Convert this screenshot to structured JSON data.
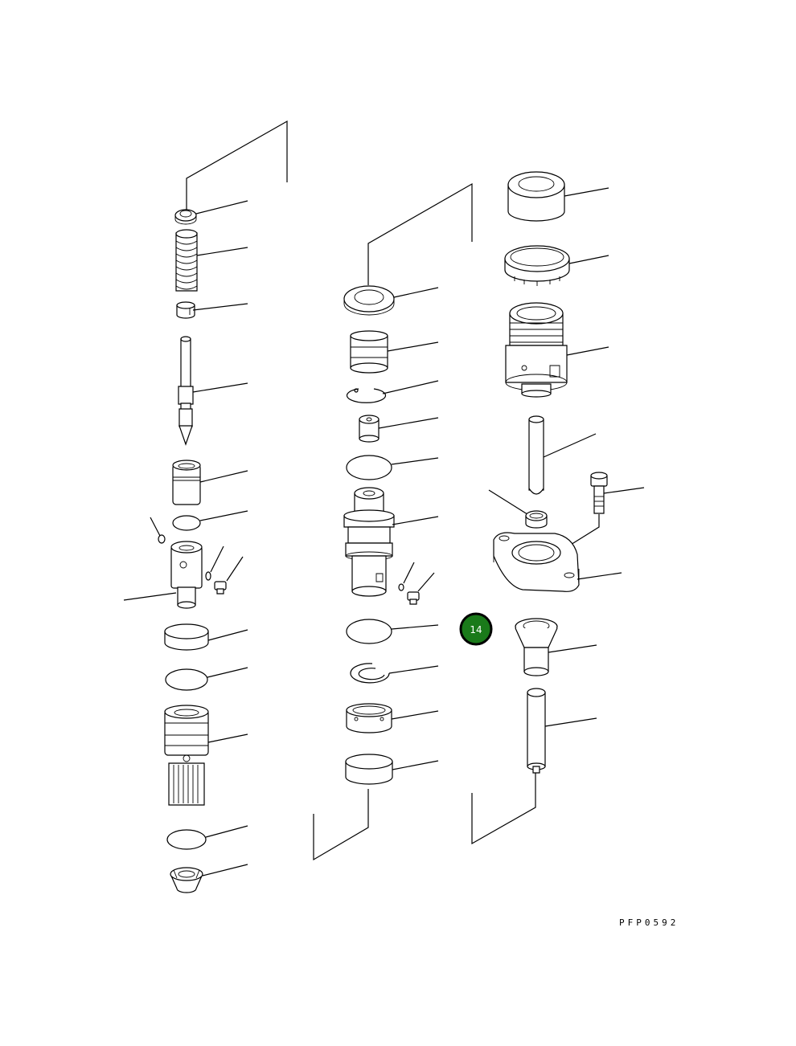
{
  "drawing": {
    "reference_code": "PFP0592"
  },
  "callout": {
    "item_number": "14",
    "badge_color": "#1a7a1a",
    "badge_border": "#000000"
  },
  "parts": [
    {
      "icon": "spring-seat-washer-icon",
      "group": "left"
    },
    {
      "icon": "coil-spring-icon",
      "group": "left"
    },
    {
      "icon": "spring-retainer-icon",
      "group": "left"
    },
    {
      "icon": "needle-valve-icon",
      "group": "left"
    },
    {
      "icon": "valve-body-icon",
      "group": "left"
    },
    {
      "icon": "o-ring-icon",
      "group": "left"
    },
    {
      "icon": "nozzle-holder-icon",
      "group": "left"
    },
    {
      "icon": "ball-icon",
      "group": "left"
    },
    {
      "icon": "dowel-pin-icon",
      "group": "left"
    },
    {
      "icon": "socket-screw-icon",
      "group": "left"
    },
    {
      "icon": "collar-icon",
      "group": "left"
    },
    {
      "icon": "gasket-icon",
      "group": "left"
    },
    {
      "icon": "nozzle-nut-icon",
      "group": "left"
    },
    {
      "icon": "gasket-icon",
      "group": "left"
    },
    {
      "icon": "cap-nut-icon",
      "group": "left"
    },
    {
      "icon": "seat-ring-icon",
      "group": "middle"
    },
    {
      "icon": "spring-icon",
      "group": "middle"
    },
    {
      "icon": "snap-ring-icon",
      "group": "middle"
    },
    {
      "icon": "sleeve-icon",
      "group": "middle"
    },
    {
      "icon": "disc-icon",
      "group": "middle"
    },
    {
      "icon": "plunger-barrel-icon",
      "group": "middle"
    },
    {
      "icon": "ball-icon",
      "group": "middle"
    },
    {
      "icon": "socket-screw-icon",
      "group": "middle"
    },
    {
      "icon": "disc-icon",
      "group": "middle"
    },
    {
      "icon": "snap-ring-icon",
      "group": "middle"
    },
    {
      "icon": "ring-icon",
      "group": "middle"
    },
    {
      "icon": "collar-icon",
      "group": "middle"
    },
    {
      "icon": "dust-seal-icon",
      "group": "right"
    },
    {
      "icon": "lock-nut-icon",
      "group": "right"
    },
    {
      "icon": "threaded-sleeve-icon",
      "group": "right"
    },
    {
      "icon": "guide-pin-icon",
      "group": "right"
    },
    {
      "icon": "ring-icon",
      "group": "right"
    },
    {
      "icon": "bolt-icon",
      "group": "right"
    },
    {
      "icon": "flange-icon",
      "group": "right"
    },
    {
      "icon": "bushing-icon",
      "group": "right"
    },
    {
      "icon": "pin-icon",
      "group": "right"
    }
  ]
}
